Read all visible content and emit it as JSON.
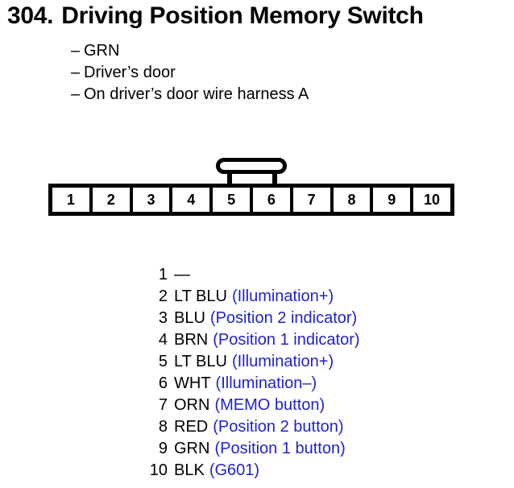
{
  "header": {
    "number": "304.",
    "title": "Driving Position Memory Switch"
  },
  "notes": {
    "dash": "–",
    "items": [
      "GRN",
      "Driver’s door",
      "On driver’s door wire harness A"
    ]
  },
  "connector": {
    "pins": [
      "1",
      "2",
      "3",
      "4",
      "5",
      "6",
      "7",
      "8",
      "9",
      "10"
    ],
    "latch_spans_pins": [
      "5",
      "6"
    ]
  },
  "pin_list": {
    "rows": [
      {
        "no": "1",
        "color": "—",
        "desc": ""
      },
      {
        "no": "2",
        "color": "LT BLU",
        "desc": "(Illumination+)"
      },
      {
        "no": "3",
        "color": "BLU",
        "desc": "(Position 2 indicator)"
      },
      {
        "no": "4",
        "color": "BRN",
        "desc": "(Position 1 indicator)"
      },
      {
        "no": "5",
        "color": "LT BLU",
        "desc": "(Illumination+)"
      },
      {
        "no": "6",
        "color": "WHT",
        "desc": "(Illumination–)"
      },
      {
        "no": "7",
        "color": "ORN",
        "desc": "(MEMO button)"
      },
      {
        "no": "8",
        "color": "RED",
        "desc": "(Position 2 button)"
      },
      {
        "no": "9",
        "color": "GRN",
        "desc": "(Position 1 button)"
      },
      {
        "no": "10",
        "color": "BLK",
        "desc": "(G601)"
      }
    ]
  },
  "colors": {
    "text": "#000000",
    "description": "#2222cc",
    "background": "#ffffff"
  }
}
